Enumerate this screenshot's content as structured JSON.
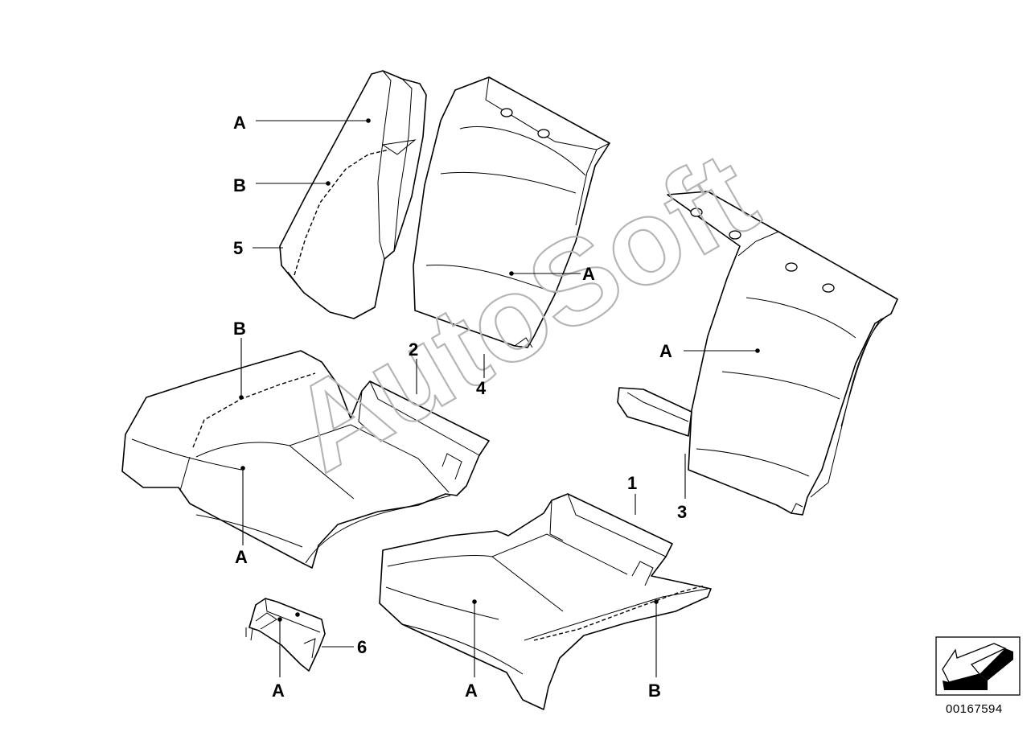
{
  "callouts": {
    "part_1": "1",
    "part_2": "2",
    "part_3": "3",
    "part_4": "4",
    "part_5": "5",
    "part_6": "6",
    "label_a": "A",
    "label_b": "B"
  },
  "watermark": "AutoSoft",
  "diagram_number": "00167594",
  "icons": {
    "orientation": "direction-arrow-icon"
  },
  "colors": {
    "line": "#000000",
    "background": "#ffffff",
    "watermark": "#b5b5b5"
  }
}
